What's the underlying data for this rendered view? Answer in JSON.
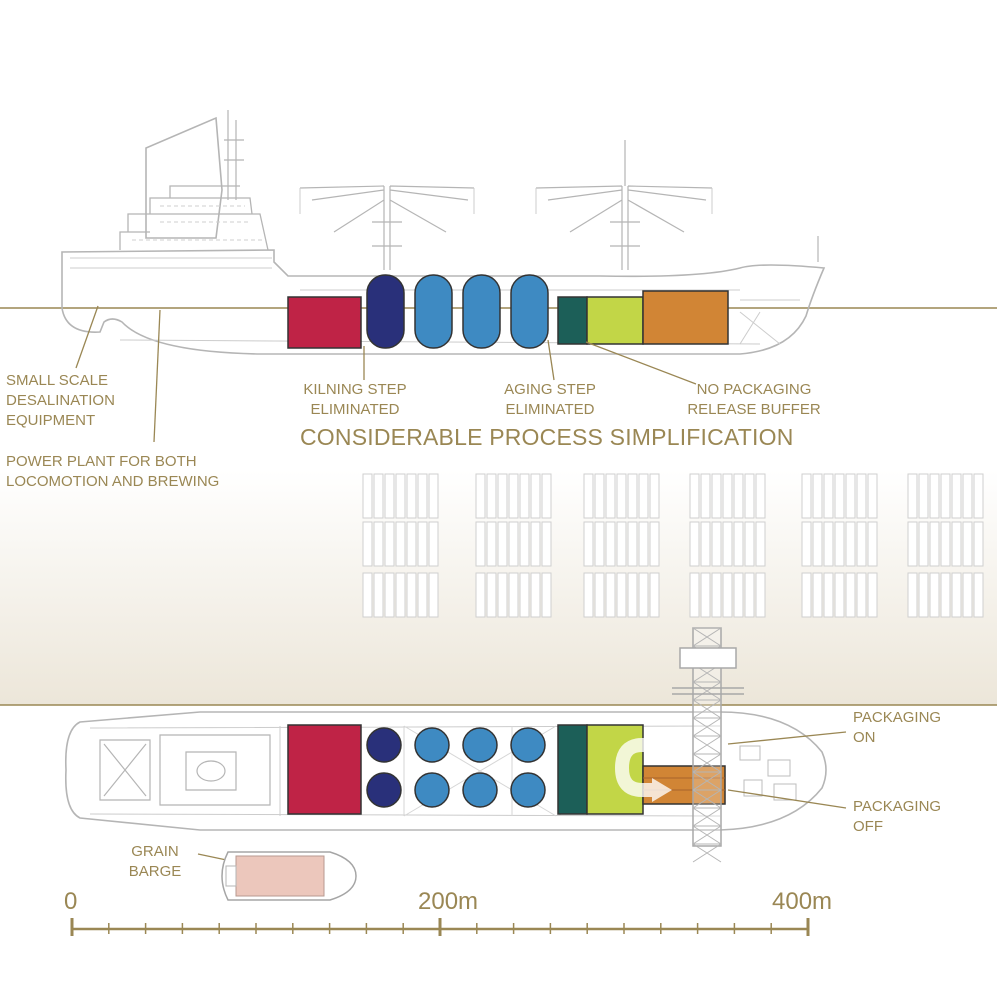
{
  "labels": {
    "desalination": [
      "SMALL SCALE",
      "DESALINATION",
      "EQUIPMENT"
    ],
    "power_plant": [
      "POWER PLANT FOR BOTH",
      "LOCOMOTION AND BREWING"
    ],
    "kilning": [
      "KILNING STEP",
      "ELIMINATED"
    ],
    "aging": [
      "AGING STEP",
      "ELIMINATED"
    ],
    "packaging_buffer": [
      "NO PACKAGING",
      "RELEASE BUFFER"
    ],
    "headline": "CONSIDERABLE PROCESS SIMPLIFICATION",
    "packaging_on": [
      "PACKAGING",
      "ON"
    ],
    "packaging_off": [
      "PACKAGING",
      "OFF"
    ],
    "grain_barge": [
      "GRAIN",
      "BARGE"
    ]
  },
  "scale_bar": {
    "ticks": [
      "0",
      "200m",
      "400m"
    ],
    "max_value": 400,
    "minor_divisions": 20
  },
  "colors": {
    "kiln": "#bf2346",
    "dark_tank": "#29307a",
    "tank": "#3e8ac2",
    "teal": "#1c5f58",
    "lime": "#c2d647",
    "orange": "#d18535",
    "barge": "#ecc7bc",
    "accent": "#9a8754"
  }
}
